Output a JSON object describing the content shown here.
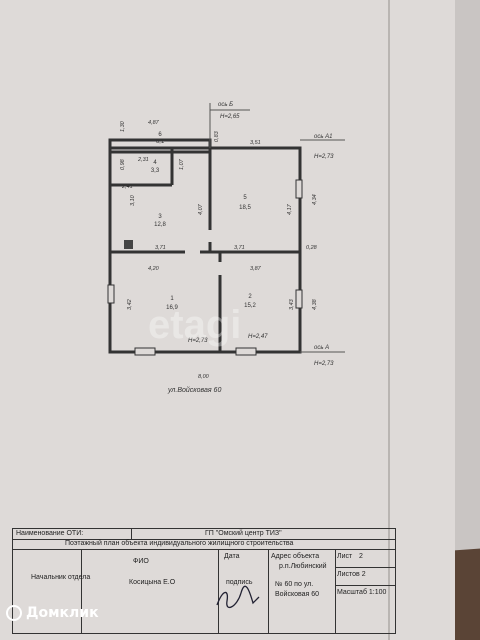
{
  "plan": {
    "axis_top": "ось Б",
    "axis_top_h": "Н=2,65",
    "axis_a1": "ось А1",
    "axis_a1_h": "Н=2,73",
    "axis_a": "ось А",
    "axis_a_h": "Н=2,73",
    "h_left": "Н=2,73",
    "h_right": "Н=2,47",
    "rooms": [
      {
        "num": "6",
        "area": "6,1"
      },
      {
        "num": "4",
        "area": "3,3"
      },
      {
        "num": "5",
        "area": "18,5"
      },
      {
        "num": "3",
        "area": "12,8"
      },
      {
        "num": "1",
        "area": "16,9"
      },
      {
        "num": "2",
        "area": "15,2"
      }
    ],
    "dims": {
      "d487": "4,87",
      "d130": "1,30",
      "d083": "0,83",
      "d351": "3,51",
      "d231": "2,31",
      "d098": "0,98",
      "d107": "1,07",
      "d241": "2,41",
      "d310": "3,10",
      "d407": "4,07",
      "d417": "4,17",
      "d434": "4,34",
      "d371a": "3,71",
      "d371b": "3,71",
      "d028": "0,28",
      "d420": "4,20",
      "d387": "3,87",
      "d342": "3,42",
      "d343": "3,43",
      "d438": "4,38",
      "d800": "8,00"
    },
    "street": "ул.Войсковая 60",
    "watermark_center": "etagi"
  },
  "stamp": {
    "org_label": "Наименование ОТИ:",
    "org_value": "ГП \"Омский центр ТИЗ\"",
    "doc_title": "Поэтажный план объекта индивидуального жилищного строительства",
    "fio_label": "ФИО",
    "date_label": "Дата",
    "address_label": "Адрес объекта",
    "address_line2": "р.п.Любинский",
    "address_line3": "№ 60 по ул.",
    "address_line4": "Войсковая 60",
    "sheet_label": "Лист",
    "sheet_value": "2",
    "sheets_label": "Листов 2",
    "scale": "Масштаб 1:100",
    "role": "Начальник отдела",
    "person": "Косицына Е.О",
    "signature_label": "подпись"
  },
  "watermark": {
    "brand": "Домклик"
  }
}
